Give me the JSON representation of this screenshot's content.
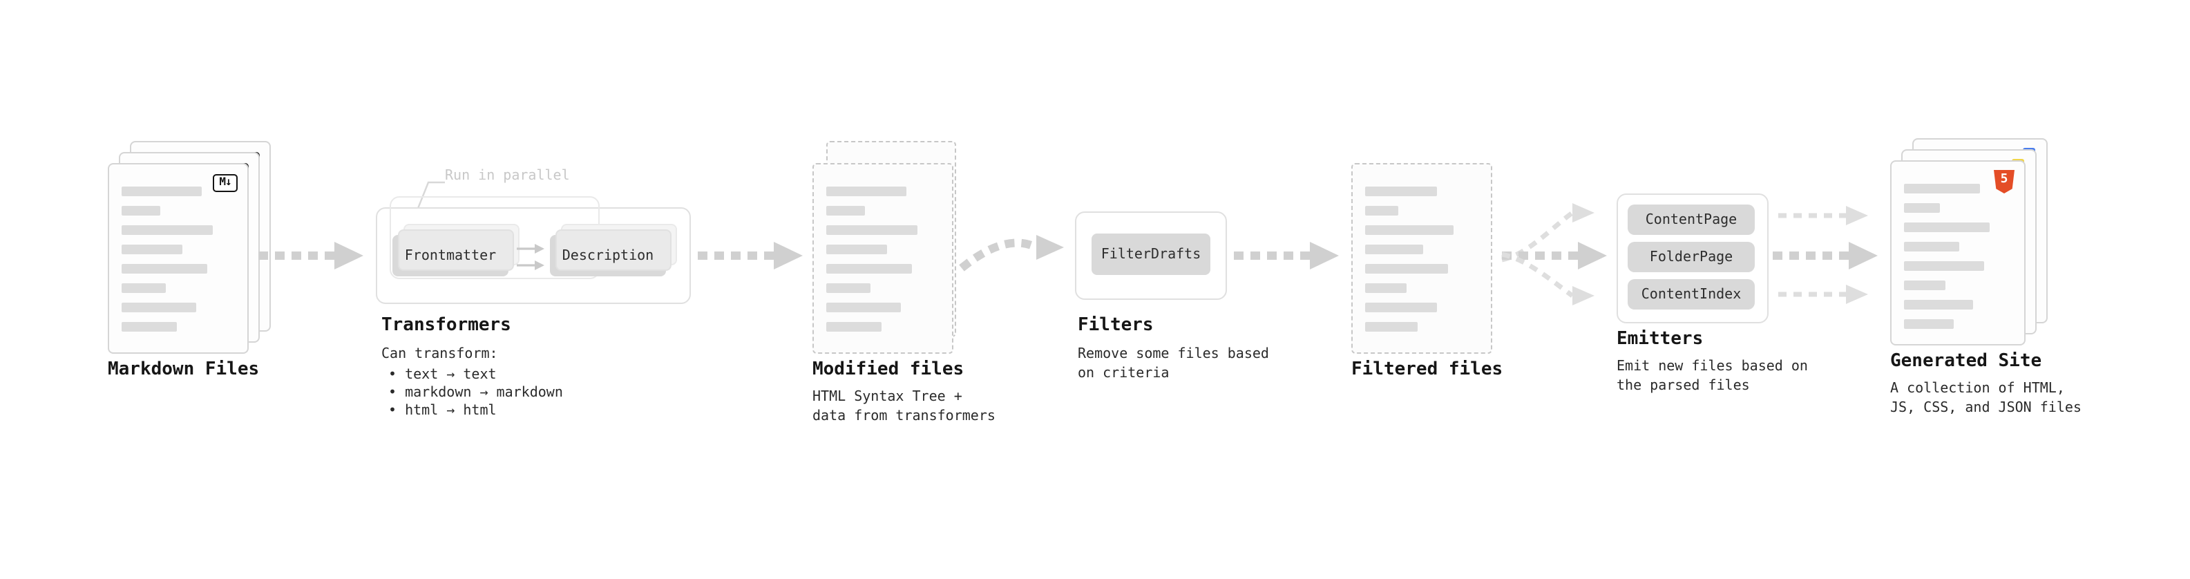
{
  "diagram": {
    "markdown_files": {
      "label": "Markdown Files"
    },
    "transformers": {
      "note": "Run in parallel",
      "node_a": "Frontmatter",
      "node_b": "Description",
      "label": "Transformers",
      "can_transform": "Can transform:",
      "bullets": [
        "• text → text",
        "• markdown → markdown",
        "• html → html"
      ]
    },
    "modified_files": {
      "label": "Modified files",
      "description": "HTML Syntax Tree +\ndata from transformers"
    },
    "filters": {
      "node": "FilterDrafts",
      "label": "Filters",
      "description": "Remove some files based\non criteria"
    },
    "filtered_files": {
      "label": "Filtered files"
    },
    "emitters": {
      "nodes": [
        "ContentPage",
        "FolderPage",
        "ContentIndex"
      ],
      "label": "Emitters",
      "description": "Emit new files based on\nthe parsed files"
    },
    "generated_site": {
      "label": "Generated Site",
      "description": "A collection of HTML,\nJS, CSS, and JSON files"
    }
  },
  "icons": {
    "markdown_glyph": "M↓",
    "html5_glyph": "5"
  },
  "colors": {
    "arrow_main": "#d0d0d0",
    "arrow_light": "#dedede",
    "card_border": "#d5d5d5",
    "node_bg": "#d9d9d9",
    "html5_orange": "#e44d26",
    "js_yellow": "#f0d54a",
    "css_blue": "#4a7dec"
  }
}
